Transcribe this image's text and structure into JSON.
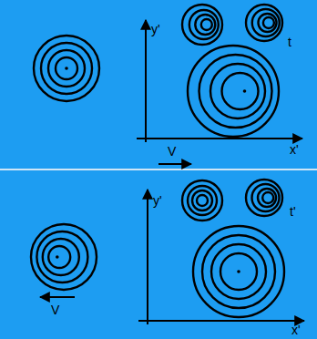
{
  "diagram": {
    "labels": [
      "y'",
      "t",
      "x'",
      "V",
      "y'",
      "t'",
      "x'",
      "V"
    ]
  }
}
